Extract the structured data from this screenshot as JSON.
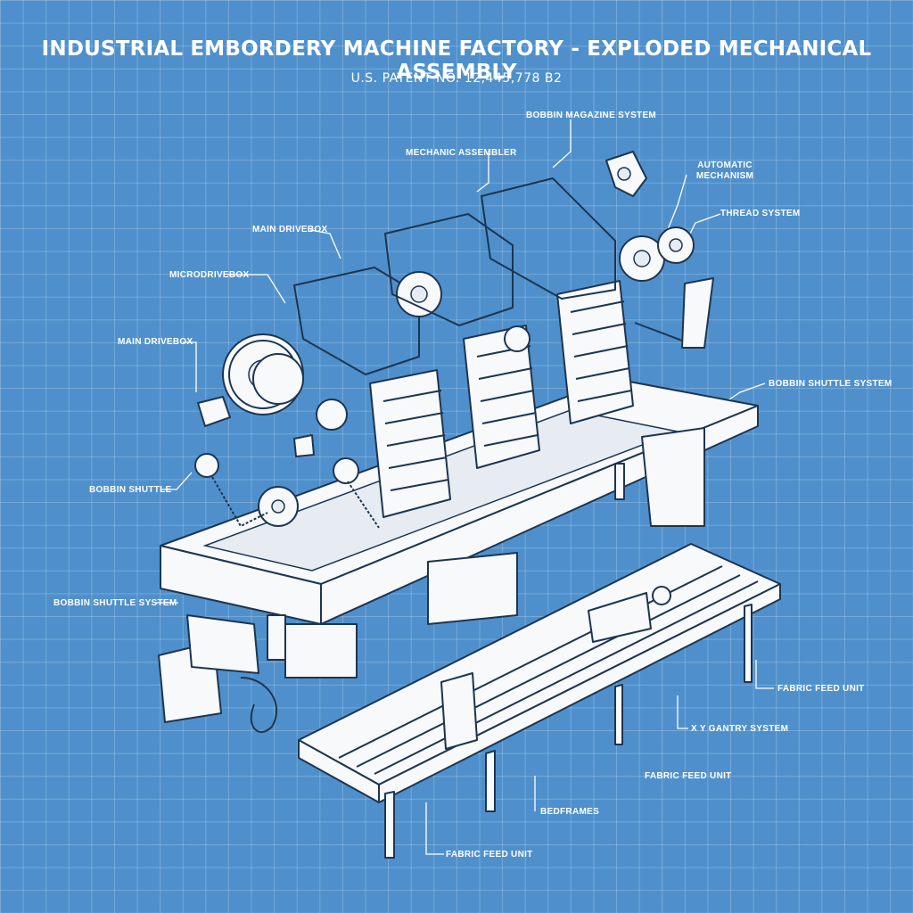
{
  "header": {
    "title": "INDUSTRIAL EMBORDERY MACHINE FACTORY - EXPLODED MECHANICAL ASSEMBLY",
    "subtitle": "U.S. PATENT NO. 12,445,778 B2"
  },
  "labels": {
    "bobbin_magazine": "BOBBIN MAGAZINE SYSTEM",
    "mechanic_assembler": "MECHANIC ASSEMBLER",
    "automatic_mechanism": "AUTOMATIC MECHANISM",
    "thread_system": "THREAD SYSTEM",
    "main_drivebox_top": "MAIN DRIVEBOX",
    "micro_drive": "MICRODRIVEBOX",
    "main_drivebox_left": "MAIN DRIVEBOX",
    "bobbin_shuttle_right": "BOBBIN SHUTTLE SYSTEM",
    "bobbin_shuttle_left": "BOBBIN SHUTTLE",
    "bobbin_shuttle_system_left": "BOBBIN SHUTTLE SYSTEM",
    "fabric_feed_right": "FABRIC FEED UNIT",
    "xy_gantry": "X Y GANTRY SYSTEM",
    "fabric_feed_mid": "FABRIC FEED UNIT",
    "bedframes": "BEDFRAMES",
    "fabric_feed_bottom": "FABRIC FEED UNIT"
  },
  "colors": {
    "background": "#4f90cc",
    "grid": "#ffffff",
    "line": "#1d3550",
    "part_fill": "#f7f9fb"
  }
}
